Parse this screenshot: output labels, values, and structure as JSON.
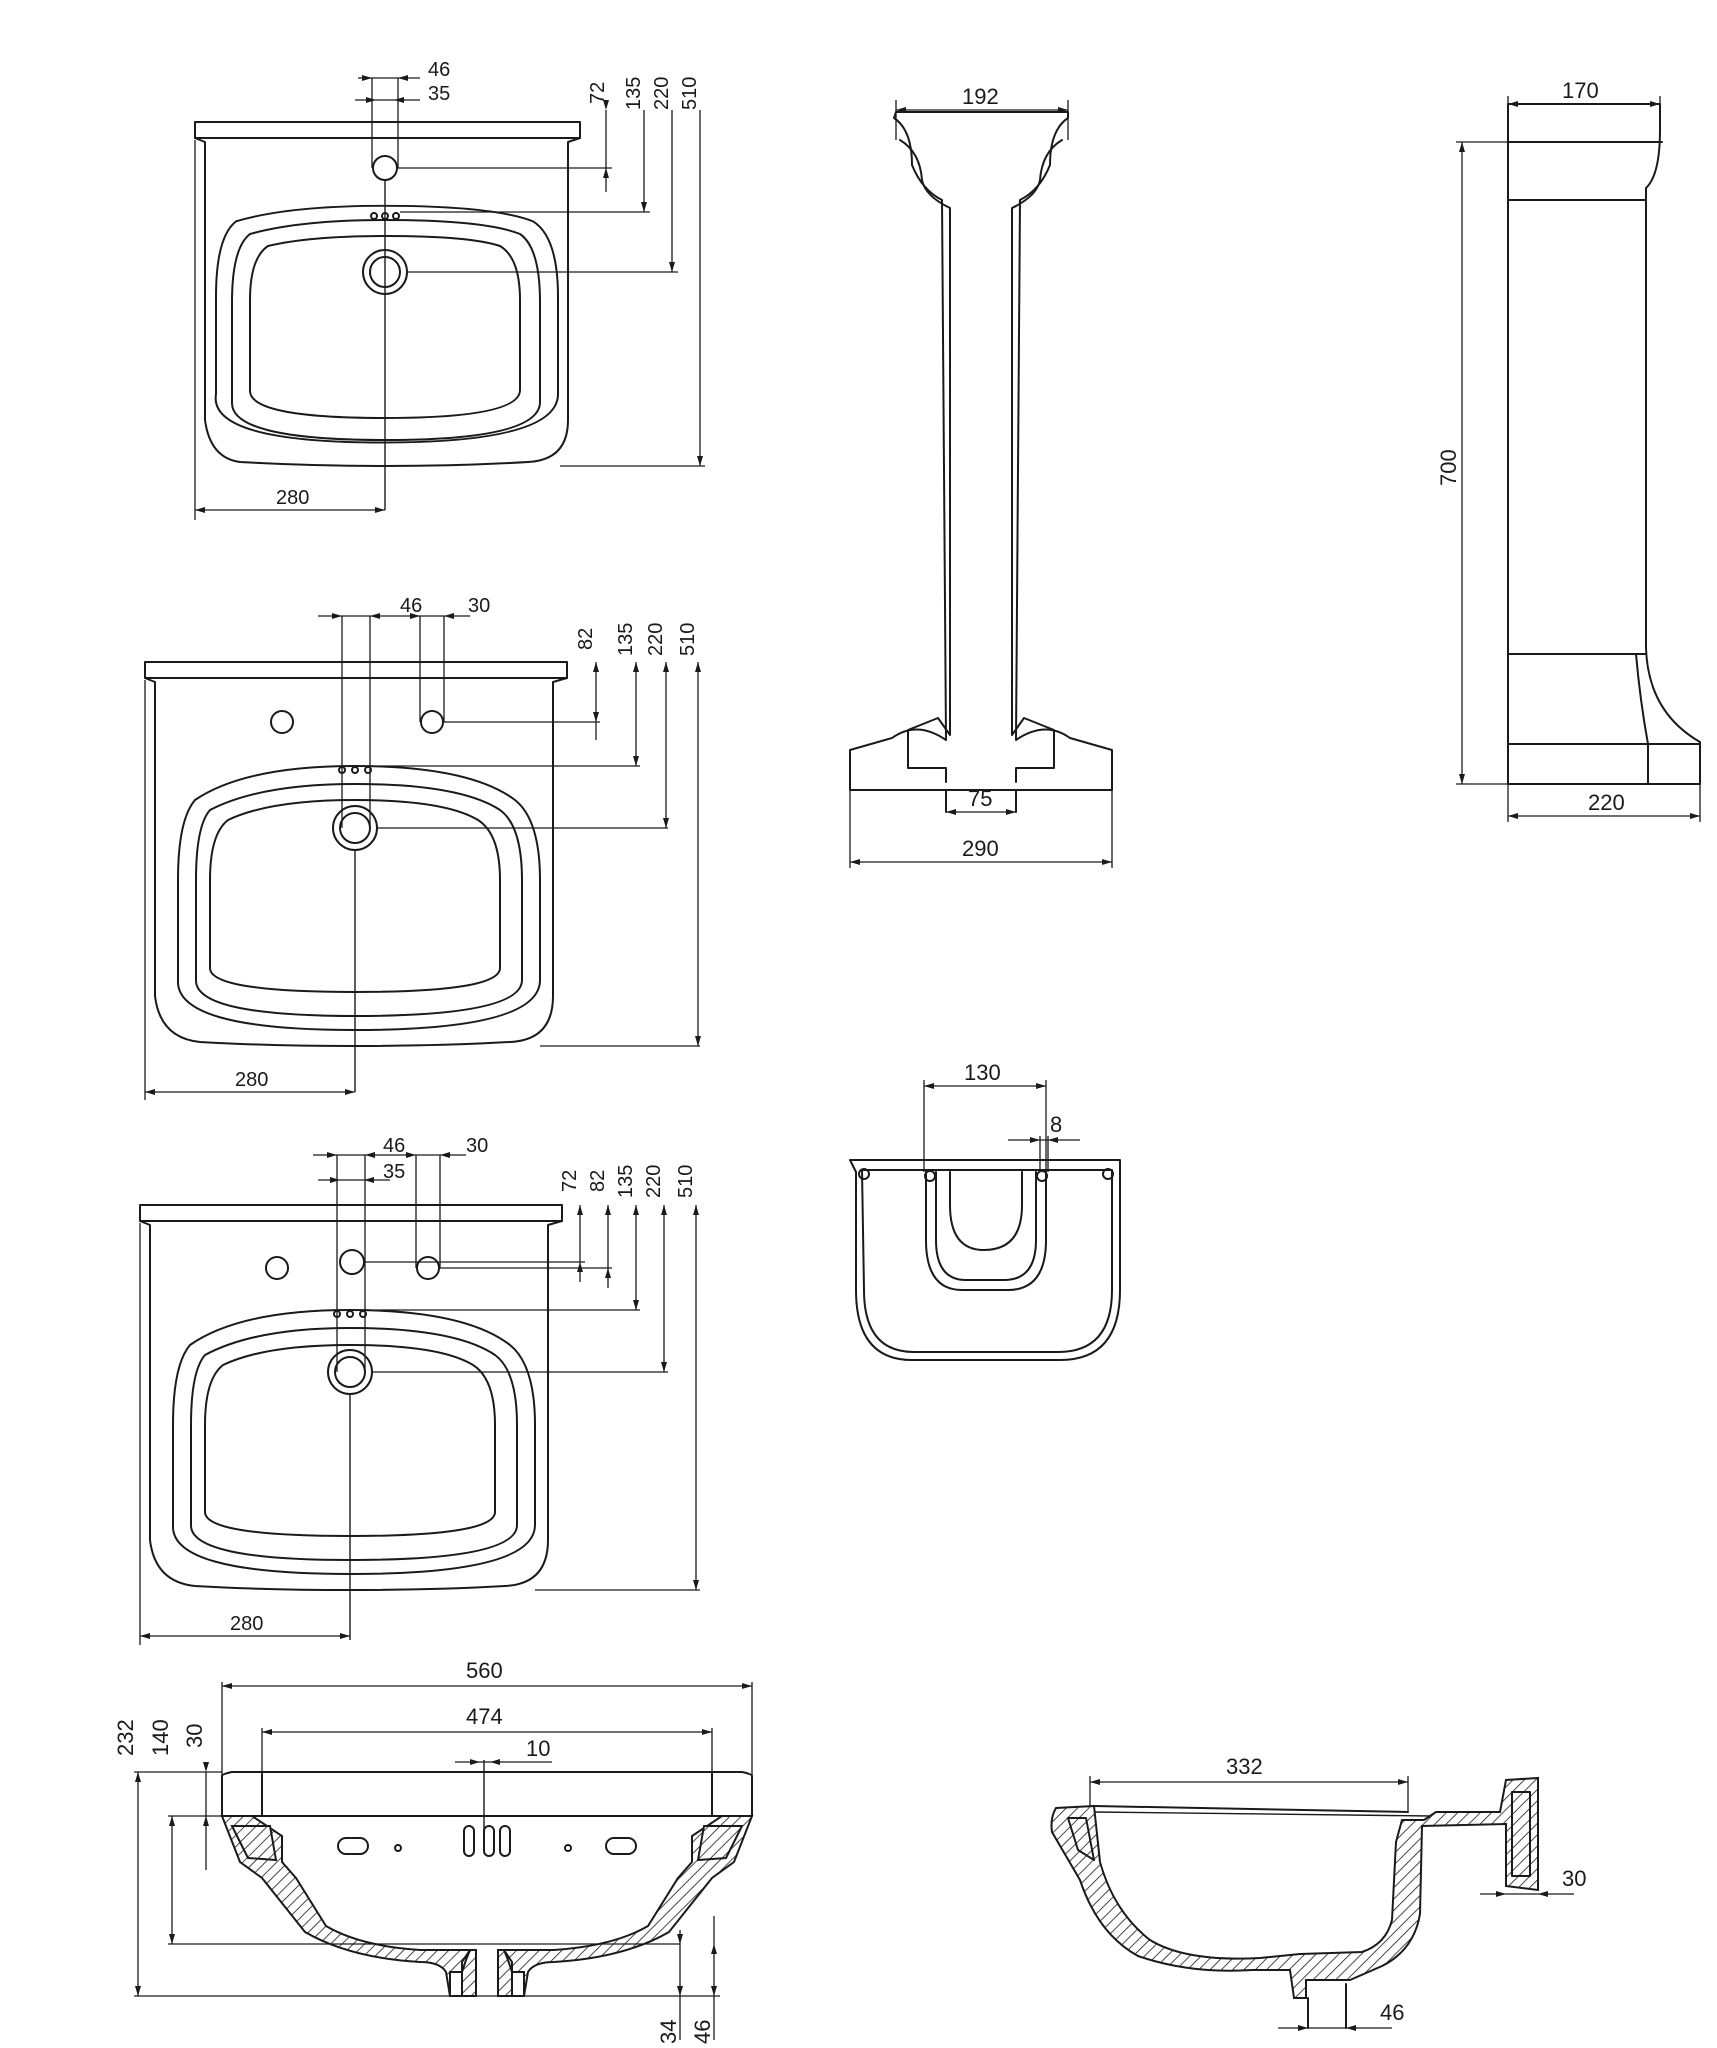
{
  "basin_top_1": {
    "d46": "46",
    "d35": "35",
    "d72": "72",
    "d135": "135",
    "d220": "220",
    "d510": "510",
    "d280": "280"
  },
  "basin_top_2": {
    "d46": "46",
    "d30": "30",
    "d82": "82",
    "d135": "135",
    "d220": "220",
    "d510": "510",
    "d280": "280"
  },
  "basin_top_3": {
    "d46": "46",
    "d35": "35",
    "d30": "30",
    "d72": "72",
    "d82": "82",
    "d135": "135",
    "d220": "220",
    "d510": "510",
    "d280": "280"
  },
  "pedestal_front": {
    "d192": "192",
    "d75": "75",
    "d290": "290"
  },
  "pedestal_side": {
    "d170": "170",
    "d700": "700",
    "d220": "220"
  },
  "half_pedestal": {
    "d130": "130",
    "d8": "8"
  },
  "basin_section_front": {
    "d560": "560",
    "d474": "474",
    "d10": "10",
    "d232": "232",
    "d140": "140",
    "d30": "30",
    "d34": "34",
    "d46": "46"
  },
  "basin_section_side": {
    "d332": "332",
    "d30": "30",
    "d46": "46"
  }
}
